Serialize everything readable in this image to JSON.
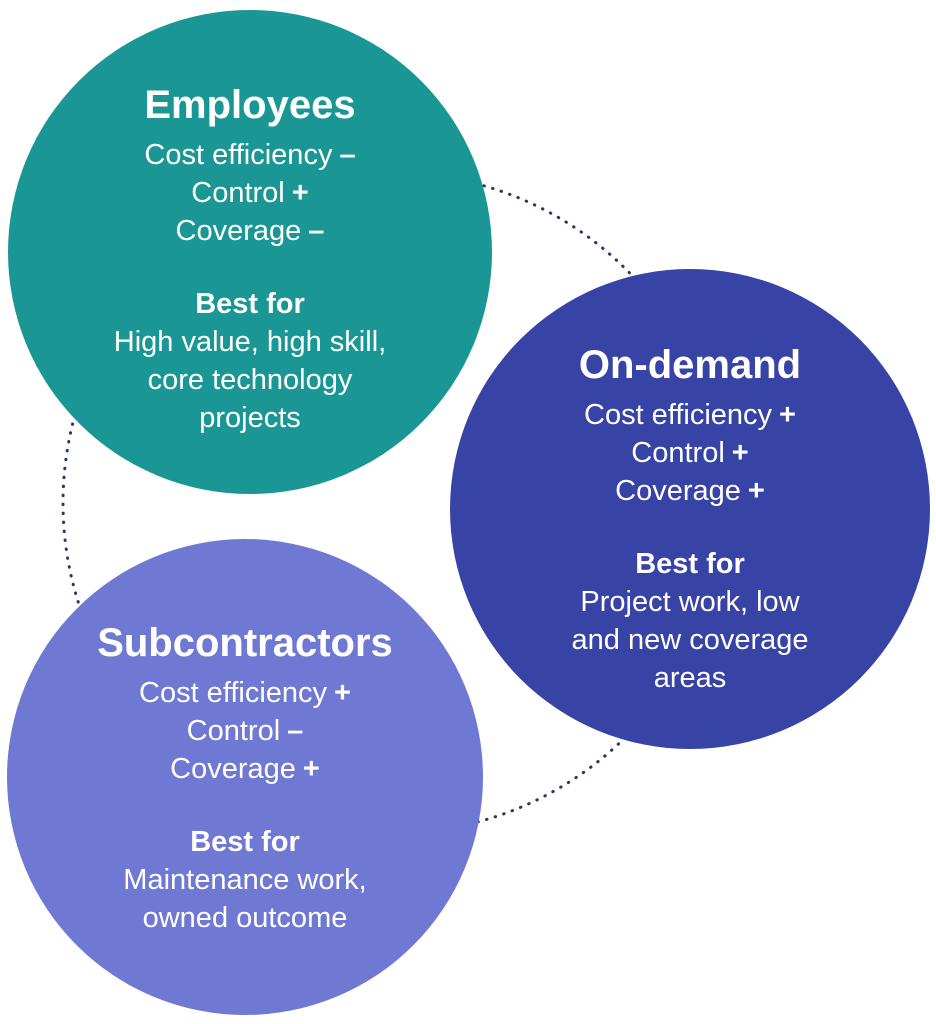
{
  "diagram": {
    "background_color": "#ffffff",
    "text_color": "#ffffff",
    "dotted_circle": {
      "color": "#2e3564"
    },
    "circles": [
      {
        "id": "employees",
        "title": "Employees",
        "fill_color": "#1a9795",
        "attributes": [
          {
            "label": "Cost efficiency",
            "sign": "–"
          },
          {
            "label": "Control",
            "sign": "+"
          },
          {
            "label": "Coverage",
            "sign": "–"
          }
        ],
        "best_for_label": "Best for",
        "best_for_lines": [
          "High value, high skill,",
          "core technology",
          "projects"
        ]
      },
      {
        "id": "on-demand",
        "title": "On-demand",
        "fill_color": "#3843a6",
        "attributes": [
          {
            "label": "Cost efficiency",
            "sign": "+"
          },
          {
            "label": "Control",
            "sign": "+"
          },
          {
            "label": "Coverage",
            "sign": "+"
          }
        ],
        "best_for_label": "Best for",
        "best_for_lines": [
          "Project work, low",
          "and new coverage",
          "areas"
        ]
      },
      {
        "id": "subcontractors",
        "title": "Subcontractors",
        "fill_color": "#6f79d4",
        "attributes": [
          {
            "label": "Cost efficiency",
            "sign": "+"
          },
          {
            "label": "Control",
            "sign": "–"
          },
          {
            "label": "Coverage",
            "sign": "+"
          }
        ],
        "best_for_label": "Best for",
        "best_for_lines": [
          "Maintenance work,",
          "owned outcome"
        ]
      }
    ]
  }
}
